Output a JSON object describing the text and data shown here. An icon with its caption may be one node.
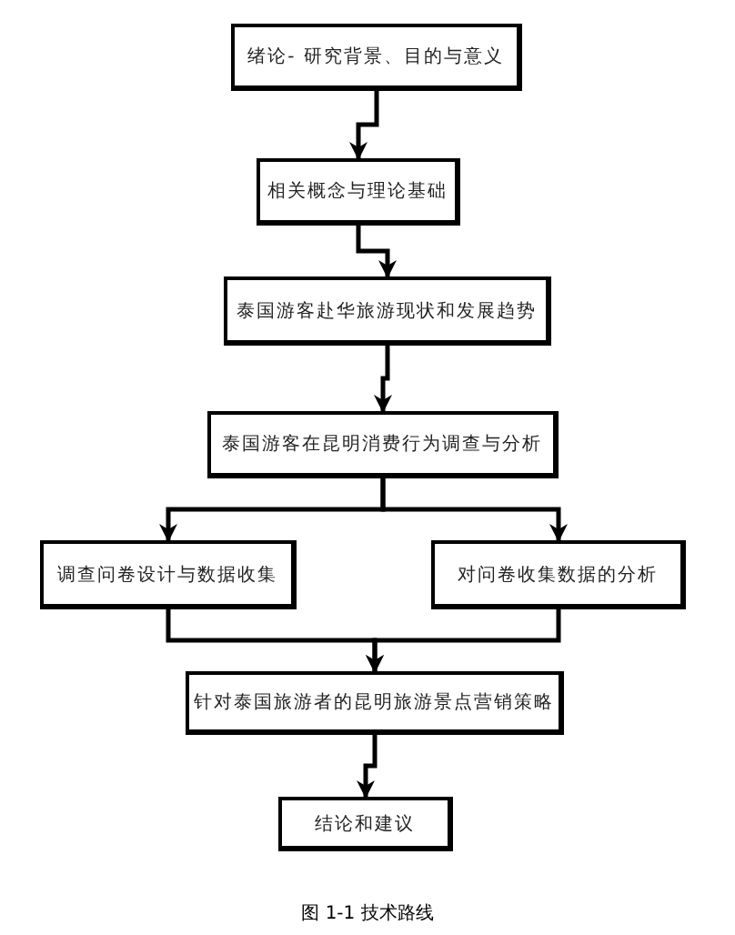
{
  "diagram": {
    "caption": "图 1-1 技术路线",
    "nodes": [
      {
        "text": [
          "绪论- 研究背景、目的与意义"
        ]
      },
      {
        "text": [
          "相关概念与理论基础"
        ]
      },
      {
        "text": [
          "泰国游客赴华旅游现状和发展趋势"
        ]
      },
      {
        "text": [
          "泰国游客在昆明消费行为调查与分析"
        ]
      },
      {
        "text": [
          "调查问卷设计与数据收集"
        ]
      },
      {
        "text": [
          "对问卷收集数据的分析"
        ]
      },
      {
        "text": [
          "针对泰国旅游者的昆明旅游景点营销策略"
        ]
      },
      {
        "text": [
          "结论和建议"
        ]
      }
    ],
    "edges": [
      {
        "from": 0,
        "to": 1,
        "arrow": "to"
      },
      {
        "from": 1,
        "to": 2,
        "arrow": "to"
      },
      {
        "from": 2,
        "to": 3,
        "arrow": "to"
      },
      {
        "from": 3,
        "to": 4,
        "arrow": "to"
      },
      {
        "from": 3,
        "to": 5,
        "arrow": "to"
      },
      {
        "from": 4,
        "to": 6,
        "arrow": "to"
      },
      {
        "from": 5,
        "to": 6,
        "arrow": "to"
      },
      {
        "from": 6,
        "to": 7,
        "arrow": "to"
      }
    ]
  }
}
